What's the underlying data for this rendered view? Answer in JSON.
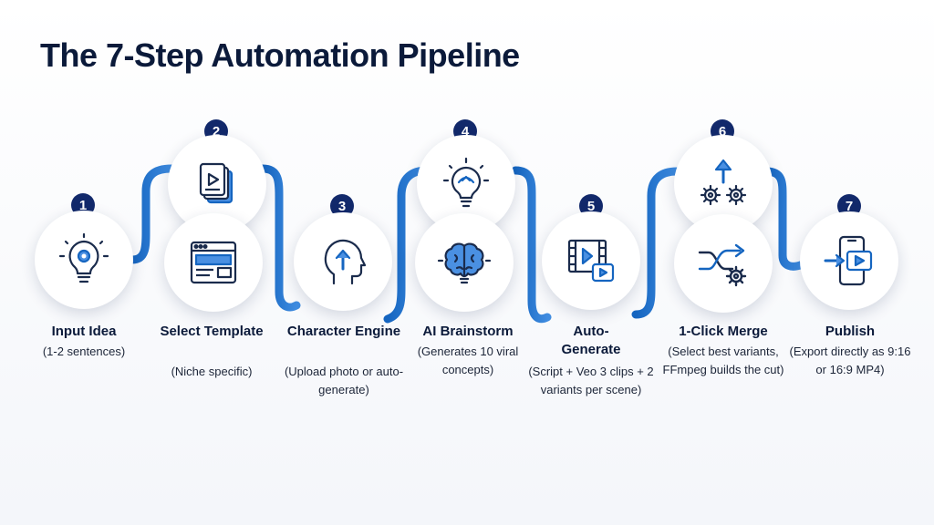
{
  "title": "The 7-Step Automation Pipeline",
  "colors": {
    "accent": "#1565c0",
    "accent_light": "#4a90e2",
    "badge": "#12296b",
    "text": "#0b1a3a"
  },
  "steps": [
    {
      "number": "1",
      "label": "Input Idea",
      "desc": "(1-2 sentences)",
      "icon": "lightbulb-gear-icon"
    },
    {
      "number": "2",
      "label": "Select Template",
      "desc": "(Niche specific)",
      "icon": "browser-template-icon",
      "top_icon": "stacked-video-cards-icon"
    },
    {
      "number": "3",
      "label": "Character Engine",
      "desc": "(Upload photo or auto-generate)",
      "icon": "head-arrow-icon"
    },
    {
      "number": "4",
      "label": "AI Brainstorm",
      "desc": "(Generates 10 viral concepts)",
      "icon": "brain-icon",
      "top_icon": "lightbulb-icon"
    },
    {
      "number": "5",
      "label": "Auto-Generate",
      "desc": "(Script + Veo 3 clips + 2 variants per scene)",
      "icon": "film-play-icon"
    },
    {
      "number": "6",
      "label": "1-Click Merge",
      "desc": "(Select best variants, FFmpeg builds the cut)",
      "icon": "merge-arrows-gear-icon",
      "top_icon": "gears-arrow-icon"
    },
    {
      "number": "7",
      "label": "Publish",
      "desc": "(Export directly as 9:16 or 16:9 MP4)",
      "icon": "phone-export-icon"
    }
  ]
}
